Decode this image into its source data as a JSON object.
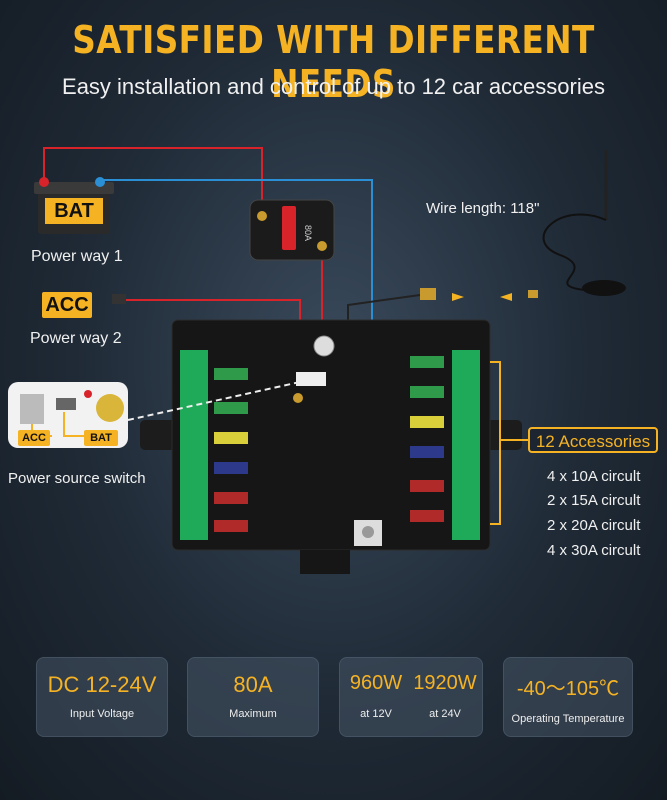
{
  "header": {
    "title": "SATISFIED WITH DIFFERENT NEEDS",
    "subtitle": "Easy installation and control of up to 12 car accessories"
  },
  "battery": {
    "label": "BAT",
    "caption": "Power way 1"
  },
  "acc": {
    "label": "ACC",
    "caption": "Power way 2"
  },
  "breaker": {
    "rating": "80A"
  },
  "antenna": {
    "wire_length": "Wire length: 118\""
  },
  "switch_inset": {
    "acc_label": "ACC",
    "bat_label": "BAT",
    "caption": "Power source switch"
  },
  "accessories": {
    "label": "12 Accessories",
    "circuits": [
      "4 x 10A circult",
      "2 x 15A circult",
      "2 x 20A circult",
      "4 x 30A circult"
    ]
  },
  "specs": [
    {
      "value": "DC 12-24V",
      "caption": "Input Voltage"
    },
    {
      "value": "80A",
      "caption": "Maximum"
    },
    {
      "value": "960W",
      "caption": "at 12V"
    },
    {
      "value": "1920W",
      "caption": "at 24V"
    },
    {
      "value": "-40～105℃",
      "caption": "Operating Temperature"
    }
  ],
  "colors": {
    "accent": "#f5b324",
    "positive_wire": "#d8232a",
    "negative_wire": "#2b8fd6",
    "terminal_green": "#1faa59",
    "fuse_10a": "#b12a2a",
    "fuse_15a": "#2d3a8c",
    "fuse_20a": "#d9cf3a",
    "fuse_30a": "#2e9a4a"
  }
}
